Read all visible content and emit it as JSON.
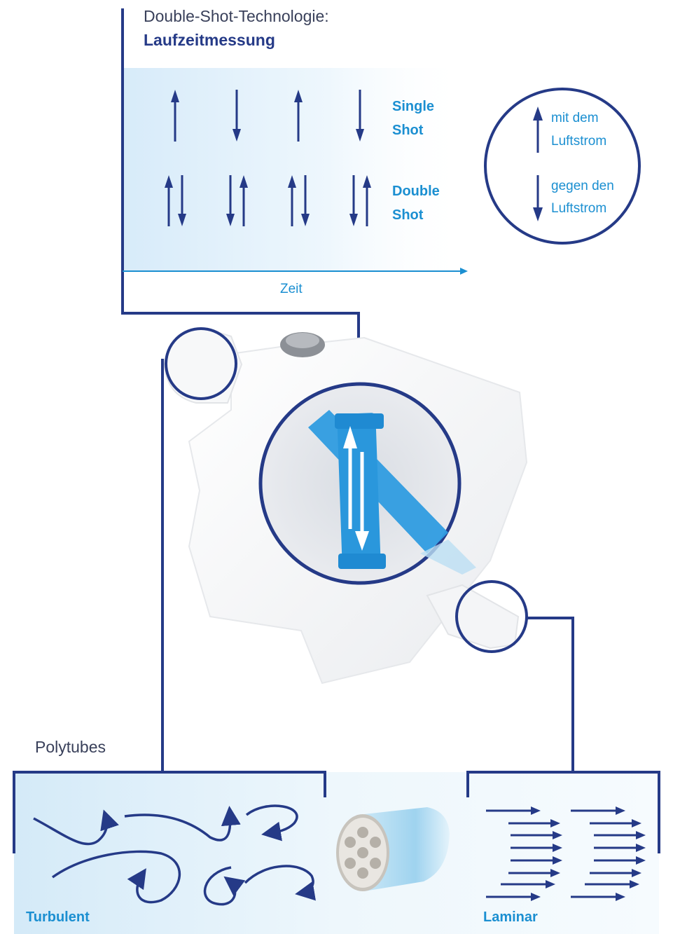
{
  "header": {
    "line1": "Double-Shot-Technologie:",
    "line2": "Laufzeitmessung"
  },
  "timing_chart": {
    "single_label_1": "Single",
    "single_label_2": "Shot",
    "double_label_1": "Double",
    "double_label_2": "Shot",
    "axis_label": "Zeit",
    "single_shot_directions": [
      "up",
      "down",
      "up",
      "down"
    ],
    "double_shot_order": [
      "up-down",
      "down-up",
      "up-down",
      "down-up"
    ]
  },
  "legend": {
    "with_flow_1": "mit dem",
    "with_flow_2": "Luftstrom",
    "against_flow_1": "gegen den",
    "against_flow_2": "Luftstrom"
  },
  "bottom": {
    "title": "Polytubes",
    "left_label": "Turbulent",
    "right_label": "Laminar"
  },
  "colors": {
    "navy": "#253a87",
    "accent_blue": "#1b8fd1",
    "panel_light": "#e3f1fb",
    "sensor_blue": "#2f9ce0"
  },
  "icons": [
    "arrow-up-icon",
    "arrow-down-icon",
    "flow-arrow-icon",
    "polytube-icon"
  ]
}
